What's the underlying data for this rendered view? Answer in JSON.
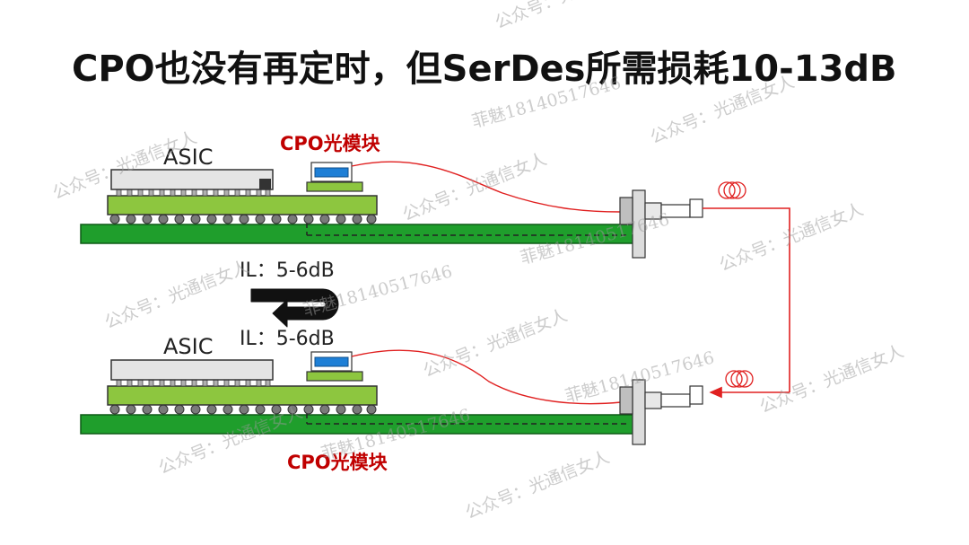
{
  "title": "CPO也没有再定时，但SerDes所需损耗10-13dB",
  "top_assembly": {
    "asic_label": "ASIC",
    "cpo_label": "CPO光模块"
  },
  "bottom_assembly": {
    "asic_label": "ASIC",
    "cpo_label": "CPO光模块"
  },
  "loss": {
    "top_label": "IL：5-6dB",
    "bottom_label": "IL：5-6dB"
  },
  "watermarks": [
    "公众号：光通信女人",
    "菲魅18140517646",
    "公众号：光通信女人",
    "公众号：光通信女人",
    "菲魅18140517646",
    "公众号：光通信女人",
    "公众号：光通信女人",
    "菲魅18140517646",
    "公众号：光通信女人",
    "菲魅18140517646",
    "公众号：光通信女人",
    "公众号：光通信女人",
    "菲魅18140517646",
    "公众号：光通信女人",
    "公众号：光通信女人"
  ],
  "colors": {
    "pcb_green": "#1f9e2c",
    "substrate_green": "#8dc63f",
    "asic_gray": "#e4e4e4",
    "chip_blue": "#1e7fd6",
    "fiber_red": "#e02020",
    "cpo_label_red": "#c00000"
  }
}
